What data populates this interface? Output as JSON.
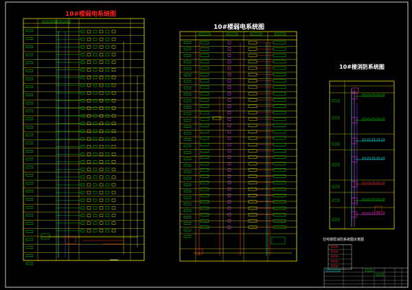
{
  "window": {
    "background": "#000000"
  },
  "colors": {
    "frame": "#d0d0d0",
    "grid_yellow": "#e6e600",
    "label_green": "#00e000",
    "wire_red": "#ff3030",
    "wire_magenta": "#ff40ff",
    "wire_cyan": "#00ffff",
    "wire_blue": "#4060ff",
    "title_red": "#ff2020",
    "title_white": "#ffffff"
  },
  "sheets": [
    {
      "key": "left",
      "title": "10#楼弱电系统图"
    },
    {
      "key": "middle",
      "title": "10#楼弱电系统图"
    },
    {
      "key": "right",
      "title": "10#楼消防系统图"
    }
  ],
  "note": {
    "title": "住宅楼层消防系统图示意图"
  },
  "title_block": {
    "label": "title-block"
  }
}
